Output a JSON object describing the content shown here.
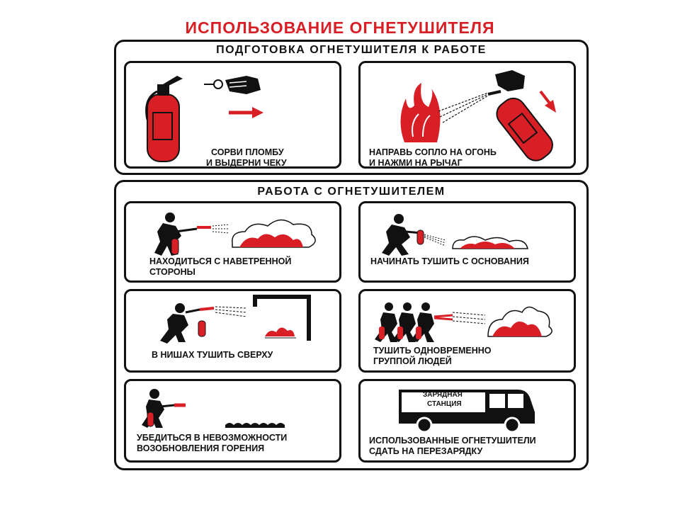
{
  "title": "ИСПОЛЬЗОВАНИЕ ОГНЕТУШИТЕЛЯ",
  "colors": {
    "accent": "#d81f26",
    "ink": "#111111",
    "background": "#ffffff"
  },
  "preparation": {
    "heading": "ПОДГОТОВКА ОГНЕТУШИТЕЛЯ К РАБОТЕ",
    "steps": [
      {
        "icon": "extinguisher-pin-icon",
        "line1": "СОРВИ ПЛОМБУ",
        "line2": "И ВЫДЕРНИ ЧЕКУ"
      },
      {
        "icon": "aim-nozzle-icon",
        "line1": "НАПРАВЬ СОПЛО НА ОГОНЬ",
        "line2": "И НАЖМИ НА РЫЧАГ"
      }
    ]
  },
  "operation": {
    "heading": "РАБОТА С ОГНЕТУШИТЕЛЕМ",
    "rules": [
      {
        "icon": "windward-icon",
        "line1": "НАХОДИТЬСЯ С НАВЕТРЕННОЙ",
        "line2": "СТОРОНЫ"
      },
      {
        "icon": "base-of-fire-icon",
        "line1": "НАЧИНАТЬ ТУШИТЬ С ОСНОВАНИЯ",
        "line2": ""
      },
      {
        "icon": "niche-icon",
        "line1": "В НИШАХ ТУШИТЬ СВЕРХУ",
        "line2": ""
      },
      {
        "icon": "group-icon",
        "line1": "ТУШИТЬ ОДНОВРЕМЕННО",
        "line2": "ГРУППОЙ ЛЮДЕЙ"
      },
      {
        "icon": "check-reignition-icon",
        "line1": "УБЕДИТЬСЯ В НЕВОЗМОЖНОСТИ",
        "line2": "ВОЗОБНОВЛЕНИЯ ГОРЕНИЯ"
      },
      {
        "icon": "recharge-van-icon",
        "line1": "ИСПОЛЬЗОВАННЫЕ ОГНЕТУШИТЕЛИ",
        "line2": "СДАТЬ НА ПЕРЕЗАРЯДКУ",
        "van_text_1": "ЗАРЯДНАЯ",
        "van_text_2": "СТАНЦИЯ"
      }
    ]
  }
}
